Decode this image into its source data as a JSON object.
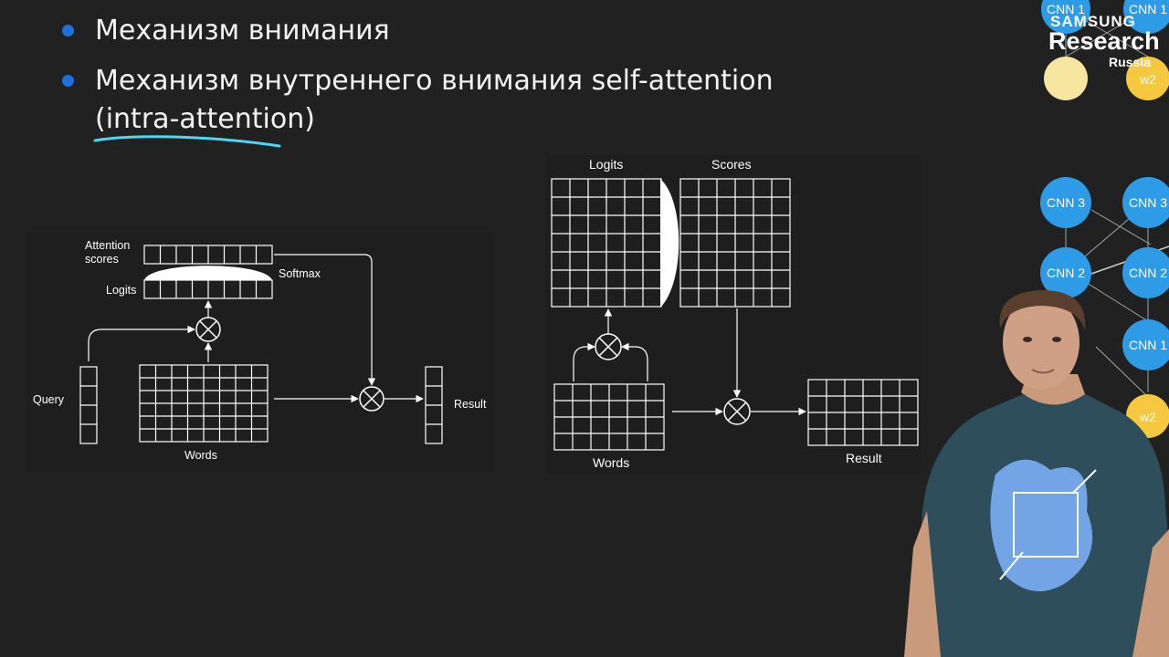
{
  "slide": {
    "bullets": [
      {
        "text": "Механизм внимания"
      },
      {
        "text_line1": "Механизм внутреннего внимания self-attention",
        "text_line2": "(intra-attention)"
      }
    ],
    "colors": {
      "background": "#212121",
      "bullet": "#1f6fe0",
      "underline": "#4fd6f2",
      "node_blue": "#2d9be6",
      "node_yellow": "#f6c83f"
    }
  },
  "diagram_left": {
    "attention_scores_label_line1": "Attention",
    "attention_scores_label_line2": "scores",
    "softmax_label": "Softmax",
    "logits_label": "Logits",
    "query_label": "Query",
    "words_label": "Words",
    "result_label": "Result"
  },
  "diagram_right": {
    "logits_label": "Logits",
    "scores_label": "Scores",
    "words_label": "Words",
    "result_label": "Result"
  },
  "background_graph": {
    "nodes": [
      "CNN 1",
      "CNN 1",
      "w2",
      "CNN 3",
      "CNN 3",
      "CNN 2",
      "CNN 2",
      "CNN 1",
      "w2"
    ]
  },
  "logo": {
    "samsung": "SAMSUNG",
    "research": "Research",
    "russia": "Russia"
  }
}
